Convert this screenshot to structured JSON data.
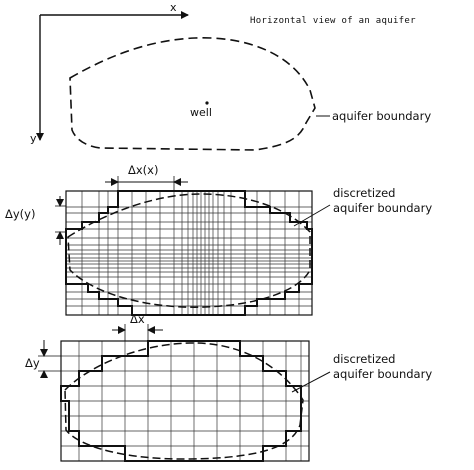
{
  "top_panel": {
    "title": "Horizontal view of an aquifer",
    "x_axis_label": "x",
    "y_axis_label": "y",
    "well_label": "well",
    "boundary_label": "aquifer boundary"
  },
  "middle_panel": {
    "dx_label": "Δx(x)",
    "dy_label": "Δy(y)",
    "boundary_label_line1": "discretized",
    "boundary_label_line2": "aquifer boundary"
  },
  "bottom_panel": {
    "dx_label": "Δx",
    "dy_label": "Δy",
    "boundary_label_line1": "discretized",
    "boundary_label_line2": "aquifer boundary"
  }
}
